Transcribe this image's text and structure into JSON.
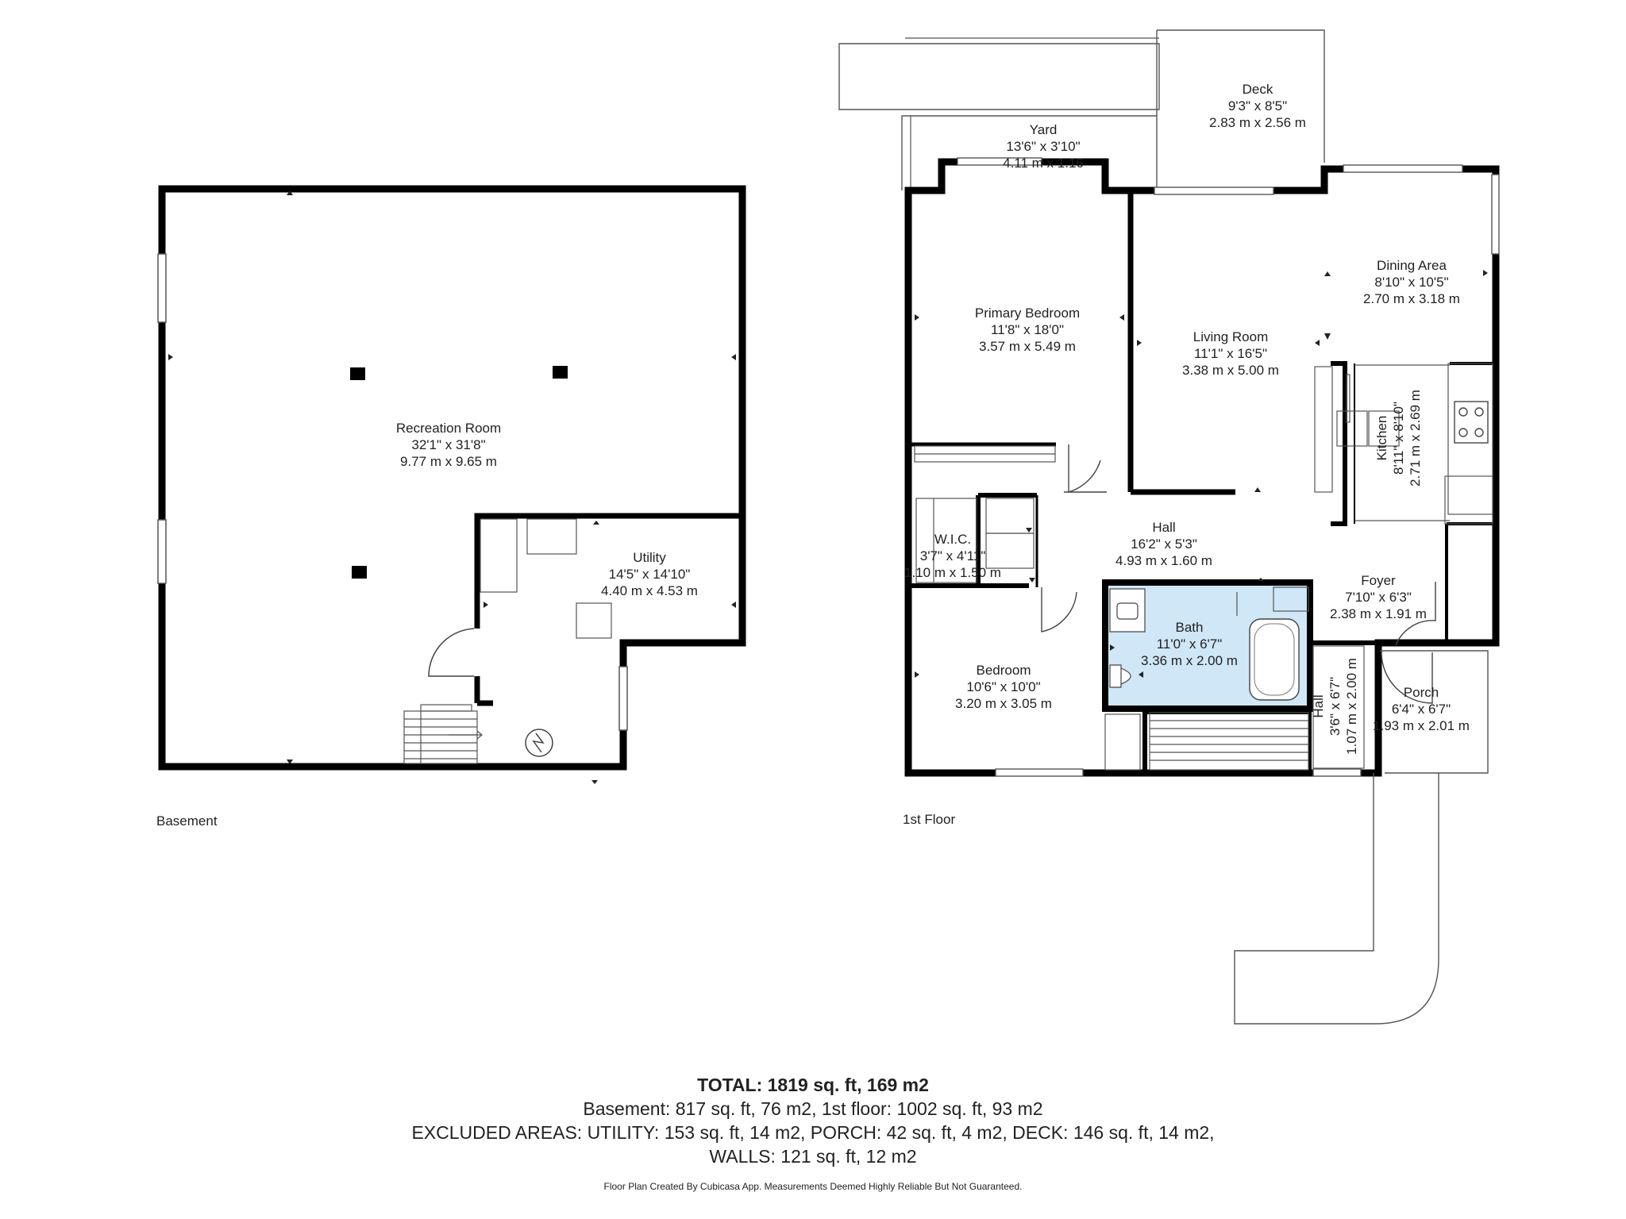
{
  "floors": {
    "basement": "Basement",
    "first": "1st Floor"
  },
  "rooms": {
    "recreation": {
      "name": "Recreation Room",
      "imperial": "32'1\" x 31'8\"",
      "metric": "9.77 m x 9.65 m"
    },
    "utility": {
      "name": "Utility",
      "imperial": "14'5\" x 14'10\"",
      "metric": "4.40 m x 4.53 m"
    },
    "yard": {
      "name": "Yard",
      "imperial": "13'6\" x 3'10\"",
      "metric": "4.11 m x 1.16"
    },
    "deck": {
      "name": "Deck",
      "imperial": "9'3\" x 8'5\"",
      "metric": "2.83 m x 2.56 m"
    },
    "primary_bedroom": {
      "name": "Primary Bedroom",
      "imperial": "11'8\" x 18'0\"",
      "metric": "3.57 m x 5.49 m"
    },
    "living_room": {
      "name": "Living Room",
      "imperial": "11'1\" x 16'5\"",
      "metric": "3.38 m x 5.00 m"
    },
    "dining_area": {
      "name": "Dining Area",
      "imperial": "8'10\" x 10'5\"",
      "metric": "2.70 m x 3.18 m"
    },
    "kitchen": {
      "name": "Kitchen",
      "imperial": "8'11\" x 8'10\"",
      "metric": "2.71 m x 2.69 m"
    },
    "wic": {
      "name": "W.I.C.",
      "imperial": "3'7\" x 4'11\"",
      "metric": "1.10 m x 1.50 m"
    },
    "hall": {
      "name": "Hall",
      "imperial": "16'2\" x 5'3\"",
      "metric": "4.93 m x 1.60 m"
    },
    "foyer": {
      "name": "Foyer",
      "imperial": "7'10\" x 6'3\"",
      "metric": "2.38 m x 1.91 m"
    },
    "bath": {
      "name": "Bath",
      "imperial": "11'0\" x 6'7\"",
      "metric": "3.36 m x 2.00 m"
    },
    "bedroom": {
      "name": "Bedroom",
      "imperial": "10'6\" x 10'0\"",
      "metric": "3.20 m x 3.05 m"
    },
    "small_hall": {
      "name": "Hall",
      "imperial": "3'6\" x 6'7\"",
      "metric": "1.07 m x 2.00 m"
    },
    "porch": {
      "name": "Porch",
      "imperial": "6'4\" x 6'7\"",
      "metric": "1.93 m x 2.01 m"
    }
  },
  "summary": {
    "total": "TOTAL: 1819 sq. ft, 169 m2",
    "floors_line": "Basement: 817 sq. ft, 76 m2, 1st floor: 1002 sq. ft, 93 m2",
    "excluded_line": "EXCLUDED AREAS: UTILITY: 153 sq. ft, 14 m2, PORCH: 42 sq. ft, 4 m2, DECK: 146 sq. ft, 14 m2,",
    "walls_line": "WALLS: 121 sq. ft, 12 m2",
    "credit": "Floor Plan Created By Cubicasa App. Measurements Deemed Highly Reliable But Not Guaranteed."
  },
  "colors": {
    "wall": "#000000",
    "bath_fill": "#cfe7f7",
    "thin_line": "#555555"
  }
}
